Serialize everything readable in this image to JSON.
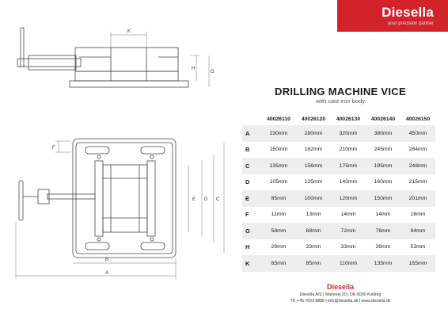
{
  "brand": {
    "logo": "Diesella",
    "tagline": "your precision partner",
    "color": "#d2232a"
  },
  "product": {
    "title": "DRILLING MACHINE VICE",
    "subtitle": "with cast iron body"
  },
  "drawing_labels": {
    "A": "A",
    "B": "B",
    "C": "C",
    "D": "D",
    "E": "E",
    "F": "F",
    "G": "G",
    "H": "H",
    "K": "K"
  },
  "table": {
    "columns": [
      "40026110",
      "40026120",
      "40026130",
      "40026140",
      "40026150"
    ],
    "rows": [
      {
        "label": "A",
        "values": [
          "230mm",
          "280mm",
          "320mm",
          "380mm",
          "450mm"
        ]
      },
      {
        "label": "B",
        "values": [
          "150mm",
          "182mm",
          "210mm",
          "245mm",
          "284mm"
        ]
      },
      {
        "label": "C",
        "values": [
          "135mm",
          "156mm",
          "175mm",
          "195mm",
          "248mm"
        ]
      },
      {
        "label": "D",
        "values": [
          "105mm",
          "125mm",
          "140mm",
          "160mm",
          "215mm"
        ]
      },
      {
        "label": "E",
        "values": [
          "85mm",
          "100mm",
          "120mm",
          "150mm",
          "201mm"
        ]
      },
      {
        "label": "F",
        "values": [
          "11mm",
          "13mm",
          "14mm",
          "14mm",
          "16mm"
        ]
      },
      {
        "label": "G",
        "values": [
          "58mm",
          "68mm",
          "72mm",
          "78mm",
          "94mm"
        ]
      },
      {
        "label": "H",
        "values": [
          "29mm",
          "33mm",
          "33mm",
          "39mm",
          "53mm"
        ]
      },
      {
        "label": "K",
        "values": [
          "65mm",
          "85mm",
          "110mm",
          "135mm",
          "165mm"
        ]
      }
    ]
  },
  "footer": {
    "logo": "Diesella",
    "address": "Diesella A/S | Marievej 20 | DK-6000 Kolding",
    "contact": "Tlf. +45 7633 8888 | info@diesella.dk | www.diesella.dk"
  }
}
